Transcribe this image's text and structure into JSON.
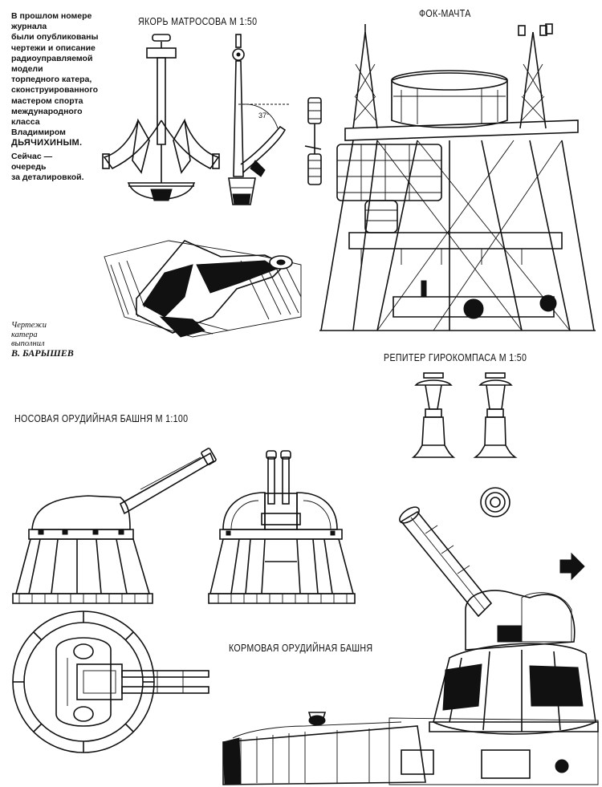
{
  "intro": {
    "lines": [
      "В прошлом номере",
      "журнала",
      "были опубликованы",
      "чертежи и описание",
      "радиоуправляемой",
      "модели",
      "торпедного катера,",
      "сконструированного",
      "мастером спорта",
      "международного",
      "класса",
      "Владимиром"
    ],
    "name": "ДЬЯЧИХИНЫМ.",
    "now_1": "Сейчас —",
    "now_2": "очередь",
    "now_3": "за деталировкой."
  },
  "credit": {
    "line1": "Чертежи",
    "line2": "катера",
    "line3": "выполнил",
    "author": "В. БАРЫШЕВ"
  },
  "captions": {
    "anchor": "ЯКОРЬ МАТРОСОВА  М 1:50",
    "mast": "ФОК-МАЧТА",
    "gyro": "РЕПИТЕР ГИРОКОМПАСА  М 1:50",
    "bow_turret": "НОСОВАЯ ОРУДИЙНАЯ БАШНЯ  М 1:100",
    "stern_turret": "КОРМОВАЯ ОРУДИЙНАЯ БАШНЯ"
  },
  "angle_label": "37°",
  "icons": {
    "arrow": "arrow-right-icon"
  },
  "colors": {
    "ink": "#111111",
    "paper": "#ffffff"
  }
}
